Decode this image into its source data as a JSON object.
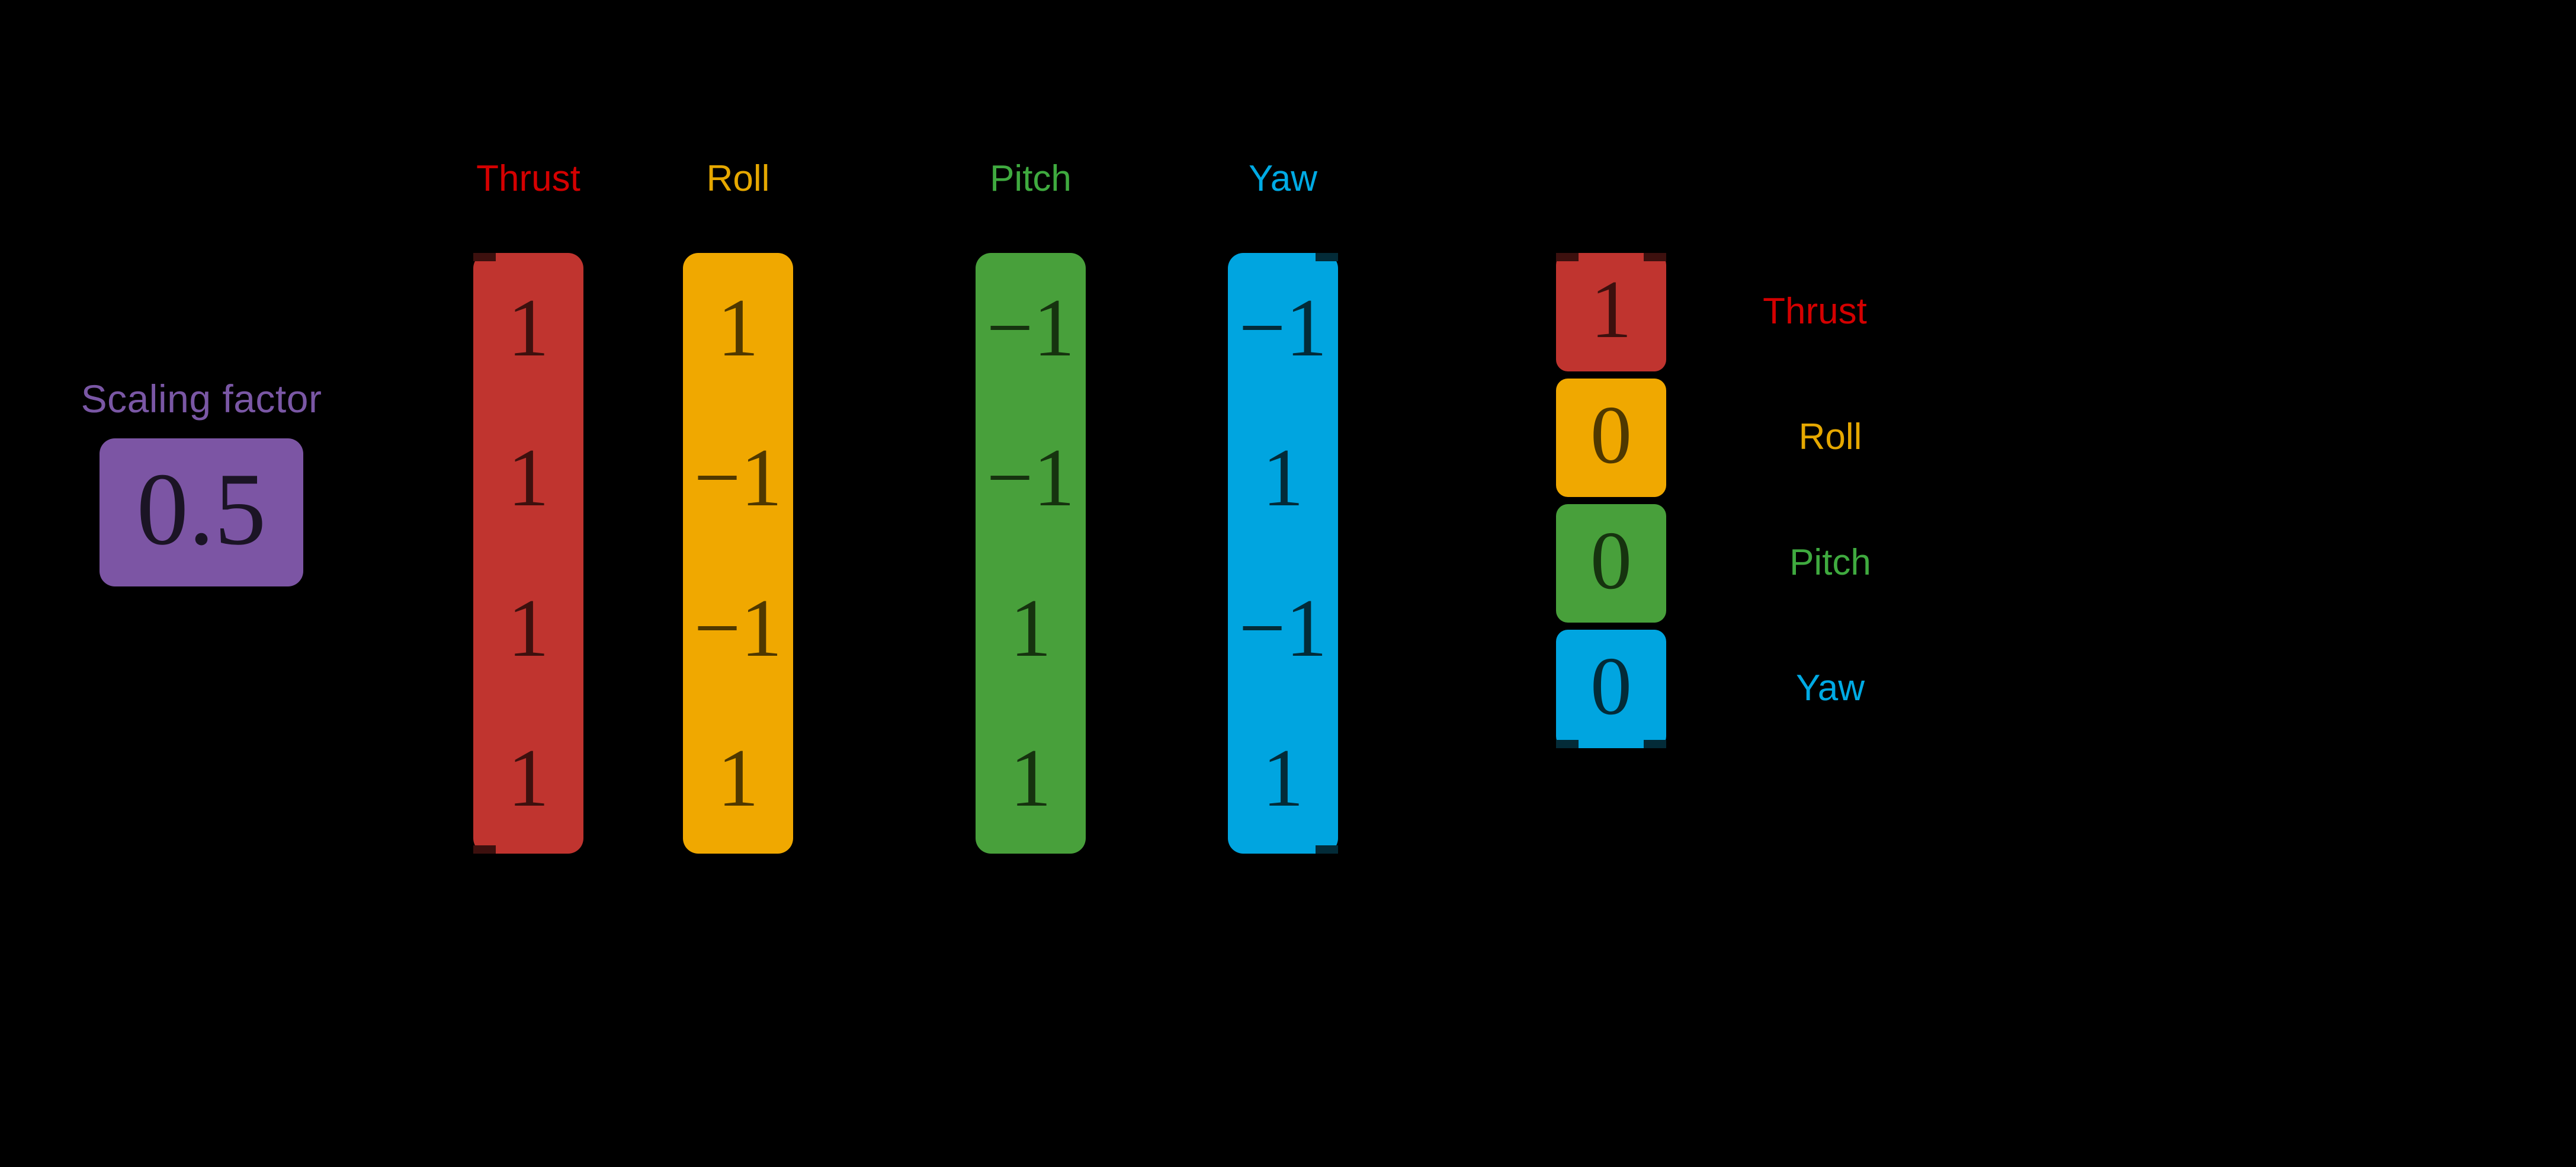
{
  "diagram": {
    "background_color": "#000000",
    "scaling": {
      "label": "Scaling factor",
      "value": "0.5",
      "box_color": "#7c55a4",
      "label_color": "#7a57a5",
      "text_color": "#1b1425"
    },
    "matrix": {
      "headers": [
        {
          "label": "Thrust",
          "color": "#d40000"
        },
        {
          "label": "Roll",
          "color": "#e6a800"
        },
        {
          "label": "Pitch",
          "color": "#3faa3f"
        },
        {
          "label": "Yaw",
          "color": "#00aae4"
        }
      ],
      "columns": [
        {
          "name": "Thrust",
          "box_color": "#c0342f",
          "text_color": "#3d100e",
          "values": [
            "1",
            "1",
            "1",
            "1"
          ]
        },
        {
          "name": "Roll",
          "box_color": "#f0a800",
          "text_color": "#4f3800",
          "values": [
            "1",
            "−1",
            "−1",
            "1"
          ]
        },
        {
          "name": "Pitch",
          "box_color": "#48a03b",
          "text_color": "#16330f",
          "values": [
            "−1",
            "−1",
            "1",
            "1"
          ]
        },
        {
          "name": "Yaw",
          "box_color": "#00a5e0",
          "text_color": "#032b38",
          "values": [
            "−1",
            "1",
            "−1",
            "1"
          ]
        }
      ]
    },
    "vector": {
      "cells": [
        {
          "value": "1",
          "box_color": "#c0342f",
          "text_color": "#3d100e",
          "label": "Thrust",
          "label_color": "#d40000"
        },
        {
          "value": "0",
          "box_color": "#f0a800",
          "text_color": "#4f3800",
          "label": "Roll",
          "label_color": "#e6a800"
        },
        {
          "value": "0",
          "box_color": "#48a03b",
          "text_color": "#16330f",
          "label": "Pitch",
          "label_color": "#3faa3f"
        },
        {
          "value": "0",
          "box_color": "#00a5e0",
          "text_color": "#032b38",
          "label": "Yaw",
          "label_color": "#00aae4"
        }
      ]
    }
  },
  "chart_data": {
    "type": "table",
    "title": "",
    "description": "Motor mixing matrix diagram: scaling factor times a 4x4 mixer matrix times a command vector.",
    "scaling_factor": 0.5,
    "column_headers": [
      "Thrust",
      "Roll",
      "Pitch",
      "Yaw"
    ],
    "row_labels": [
      "Thrust",
      "Roll",
      "Pitch",
      "Yaw"
    ],
    "matrix": [
      [
        1,
        1,
        -1,
        -1
      ],
      [
        1,
        -1,
        -1,
        1
      ],
      [
        1,
        -1,
        1,
        -1
      ],
      [
        1,
        1,
        1,
        1
      ]
    ],
    "vector": [
      1,
      0,
      0,
      0
    ]
  }
}
